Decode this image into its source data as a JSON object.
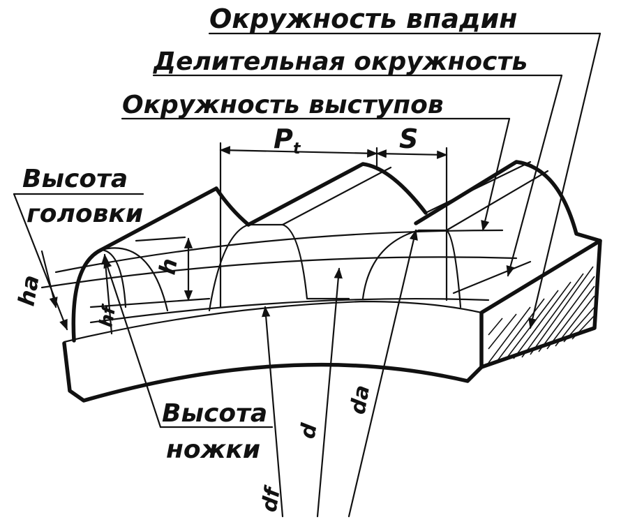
{
  "labels": {
    "root_circle": "Окружность впадин",
    "pitch_circle": "Делительная окружность",
    "tip_circle": "Окружность выступов",
    "addendum_height_line1": "Высота",
    "addendum_height_line2": "головки",
    "dedendum_height_line1": "Высота",
    "dedendum_height_line2": "ножки",
    "pitch": "P",
    "pitch_sub": "t",
    "tooth_thickness": "S",
    "ha": "ha",
    "hf": "hf",
    "h": "h",
    "df": "df",
    "d": "d",
    "da": "da"
  },
  "colors": {
    "ink": "#111111",
    "paper": "#ffffff"
  }
}
